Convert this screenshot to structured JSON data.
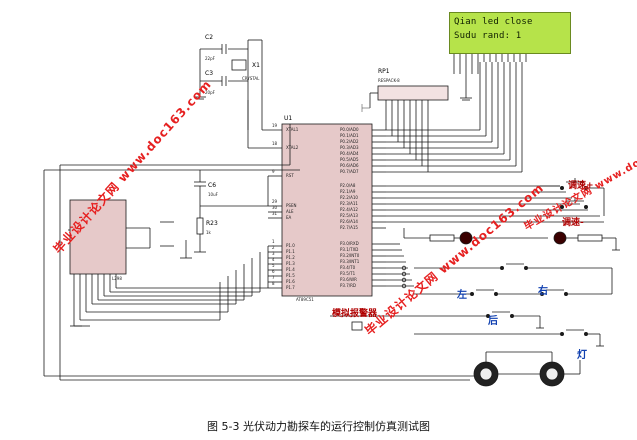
{
  "lcd": {
    "line1": "Qian  led close",
    "line2": "Sudu rand: 1"
  },
  "components": {
    "c2": "C2",
    "c2_val": "22pF",
    "c3": "C3",
    "c3_val": "20pF",
    "x1": "X1",
    "x1_val": "CRYSTAL",
    "c6": "C6",
    "c6_val": "10uF",
    "r23": "R23",
    "r23_val": "1k",
    "rp1": "RP1",
    "rp1_val": "RESPACK-8",
    "u1": "U1",
    "u1_val": "AT89C51",
    "adc_val": "L298"
  },
  "mcu": {
    "left_pins": [
      "XTAL1",
      "XTAL2",
      "RST",
      "PSEN",
      "ALE",
      "EA",
      "P1.0",
      "P1.1",
      "P1.2",
      "P1.3",
      "P1.4",
      "P1.5",
      "P1.6",
      "P1.7"
    ],
    "right_pins": [
      "P0.0/AD0",
      "P0.1/AD1",
      "P0.2/AD2",
      "P0.3/AD3",
      "P0.4/AD4",
      "P0.5/AD5",
      "P0.6/AD6",
      "P0.7/AD7",
      "P2.0/A8",
      "P2.1/A9",
      "P2.2/A10",
      "P2.3/A11",
      "P2.4/A12",
      "P2.5/A13",
      "P2.6/A14",
      "P2.7/A15",
      "P3.0/RXD",
      "P3.1/TXD",
      "P3.2/INT0",
      "P3.3/INT1",
      "P3.4/T0",
      "P3.5/T1",
      "P3.6/WR",
      "P3.7/RD"
    ],
    "pin_nums_left": [
      "19",
      "18",
      "9",
      "29",
      "30",
      "31",
      "1",
      "2",
      "3",
      "4",
      "5",
      "6",
      "7",
      "8"
    ]
  },
  "labels": {
    "tiaosu_plus": "调速+",
    "tiaosu_minus": "调速-",
    "zuo": "左",
    "you": "右",
    "hou": "后",
    "deng": "灯",
    "alarm": "模拟报警器"
  },
  "watermarks": [
    "毕业设计论文网 www.doc163.com",
    "毕业设计论文网 www.doc163.com",
    "毕业设计论文网 www.doc163.com"
  ],
  "caption": "图 5-3  光伏动力勘探车的运行控制仿真测试图",
  "colors": {
    "wire": "#1a1a1a",
    "chip": "#e6c9c9",
    "lcd": "#b6e34a",
    "watermark": "#e62020",
    "label_red": "#b00000",
    "label_blue": "#1040b0"
  }
}
